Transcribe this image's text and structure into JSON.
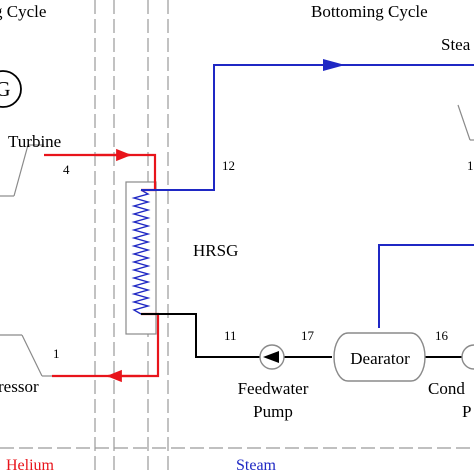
{
  "headers": {
    "topping": "g Cycle",
    "bottoming": "Bottoming Cycle"
  },
  "generator": {
    "label": "G"
  },
  "components": {
    "turbine": "Turbine",
    "compressor": "ressor",
    "hrsg": "HRSG",
    "dearator": "Dearator",
    "feedwater_pump": [
      "Feedwater",
      "Pump"
    ],
    "condensate_pump": [
      "Cond",
      "P"
    ],
    "steam_turbine": "Stea"
  },
  "state_points": {
    "p1": "1",
    "p4": "4",
    "p11": "11",
    "p12": "12",
    "p16": "16",
    "p17": "17",
    "p_edge": "1"
  },
  "legend": {
    "helium": "Helium",
    "steam": "Steam"
  },
  "colors": {
    "helium": "#e8141b",
    "steam": "#1f28c4",
    "water": "#000000",
    "equipment": "#888888"
  }
}
